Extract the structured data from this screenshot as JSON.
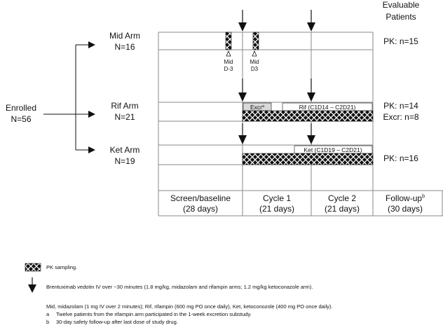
{
  "header": {
    "evaluable_1": "Evaluable",
    "evaluable_2": "Patients"
  },
  "enrolled": {
    "label": "Enrolled",
    "n": "N=56"
  },
  "arms": {
    "mid": {
      "name": "Mid Arm",
      "n": "N=16",
      "pk": "PK: n=15"
    },
    "rif": {
      "name": "Rif Arm",
      "n": "N=21",
      "pk": "PK: n=14",
      "excr": "Excr: n=8"
    },
    "ket": {
      "name": "Ket Arm",
      "n": "N=19",
      "pk": "PK: n=16"
    }
  },
  "markers": {
    "mid_dm3_1": "Mid",
    "mid_dm3_2": "D-3",
    "mid_d3_1": "Mid",
    "mid_d3_2": "D3"
  },
  "bars": {
    "excr": "Excr",
    "excr_sup": "a",
    "rif": "Rif (C1D14 – C2D21)",
    "ket": "Ket (C1D19 – C2D21)"
  },
  "phases": {
    "screen_1": "Screen/baseline",
    "screen_2": "(28 days)",
    "cycle1_1": "Cycle 1",
    "cycle1_2": "(21 days)",
    "cycle2_1": "Cycle 2",
    "cycle2_2": "(21 days)",
    "follow_1": "Follow-up",
    "follow_sup": "b",
    "follow_2": "(30 days)"
  },
  "legend": {
    "pk": "PK sampling.",
    "drug": "Brentuximab vedotin IV over ~30 minutes (1.8 mg/kg, midazolam and rifampin arms; 1.2 mg/kg ketoconazole arm).",
    "abbrev": "Mid, midazolam (1 mg IV over 2 minutes); Rif, rifampin (600 mg PO once daily), Ket, ketoconozole (400 mg PO once daily).",
    "note_a_key": "a",
    "note_a": "Twelve patients from the rifampin arm participated in the 1-week excretion substudy.",
    "note_b_key": "b",
    "note_b": "30-day safety follow-up after last dose of study drug."
  },
  "colors": {
    "line": "#111111",
    "grid": "#8a8a8a",
    "excr_fill": "#d9d9d9"
  }
}
